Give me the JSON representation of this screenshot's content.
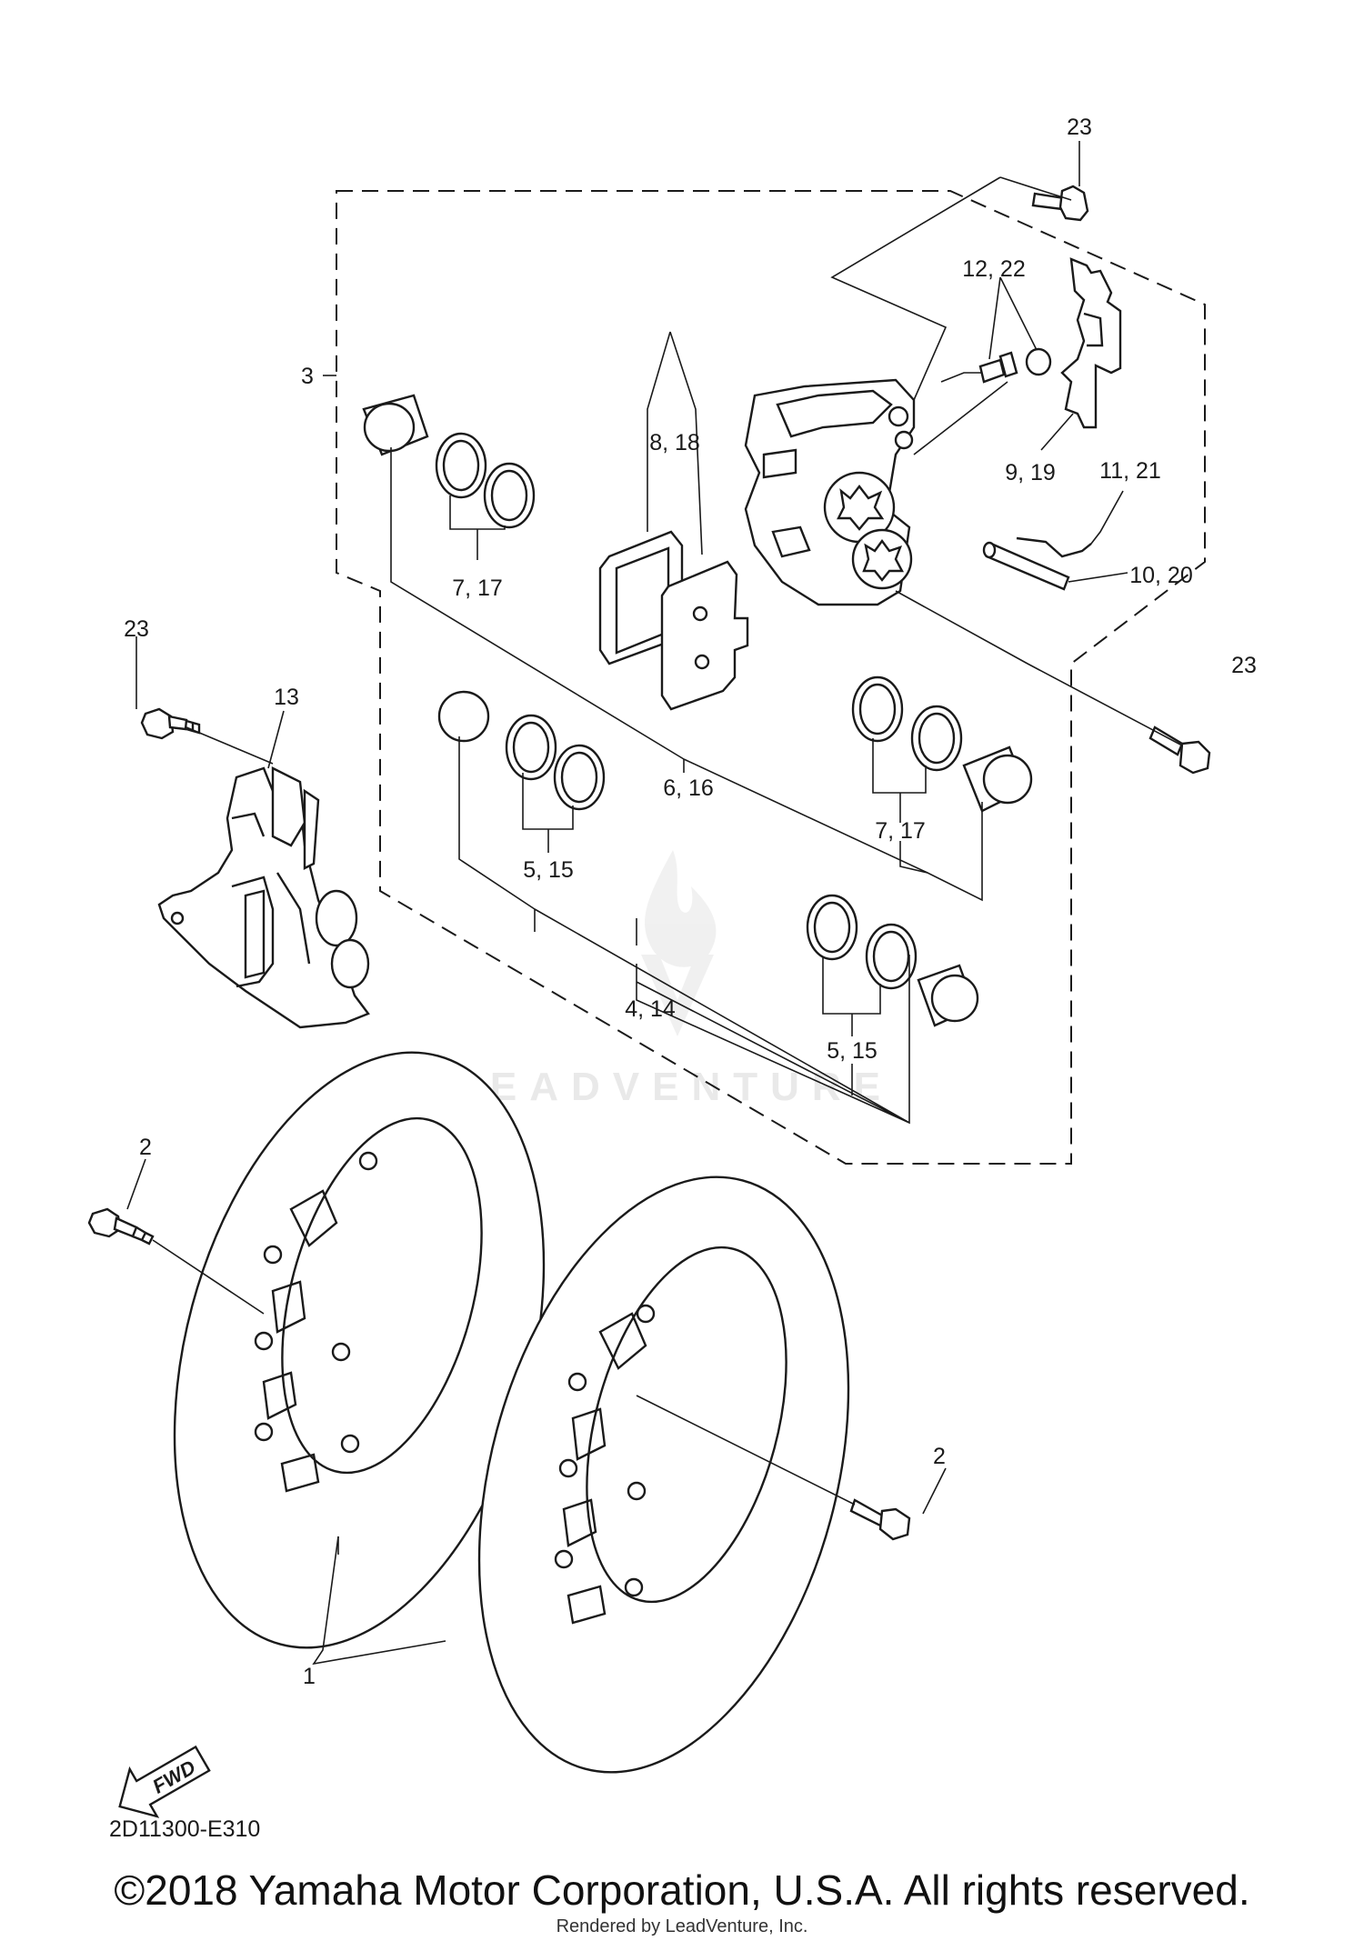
{
  "callouts": {
    "c23_top": "23",
    "c12_22": "12, 22",
    "c3": "3",
    "c8_18": "8, 18",
    "c9_19": "9, 19",
    "c11_21": "11, 21",
    "c7_17_a": "7, 17",
    "c10_20": "10, 20",
    "c23_left": "23",
    "c23_right": "23",
    "c13": "13",
    "c6_16": "6, 16",
    "c7_17_b": "7, 17",
    "c5_15_a": "5, 15",
    "c4_14": "4, 14",
    "c5_15_b": "5, 15",
    "c2_left": "2",
    "c2_right": "2",
    "c1": "1"
  },
  "fwd_badge": "FWD",
  "drawing_code": "2D11300-E310",
  "watermark": "LEADVENTURE",
  "footer": {
    "copyright": "©2018 Yamaha Motor Corporation, U.S.A. All rights reserved.",
    "rendered_by": "Rendered by LeadVenture, Inc."
  }
}
